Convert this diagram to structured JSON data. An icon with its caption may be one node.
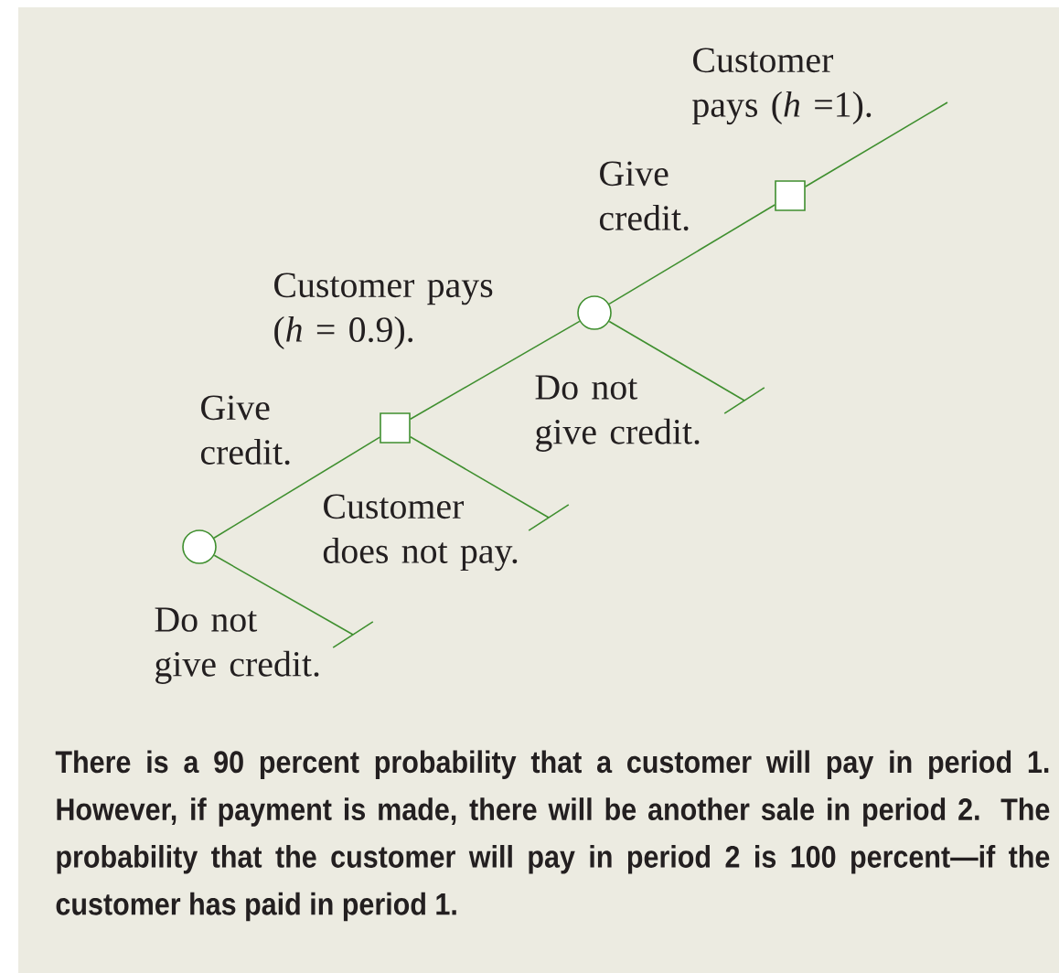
{
  "diagram": {
    "caption": "There is a 90 percent probability that a customer will pay in period 1. However, if payment is made, there will be another sale in period 2. The probability that the customer will pay in period 2 is 100 percent—if the customer has paid in period 1.",
    "nodes": [
      {
        "text": [],
        "shape": "circle"
      },
      {
        "text": [],
        "shape": "box"
      },
      {
        "text": [],
        "shape": "circle"
      },
      {
        "text": [],
        "shape": "box"
      },
      {
        "text": [],
        "shape": "bar"
      },
      {
        "text": [],
        "shape": "bar"
      },
      {
        "text": [],
        "shape": "bar"
      }
    ],
    "edges": [
      {
        "from": 0,
        "to": 1,
        "arrow": "none",
        "label": "Give credit."
      },
      {
        "from": 0,
        "to": 4,
        "arrow": "none",
        "label": "Do not give credit."
      },
      {
        "from": 1,
        "to": 2,
        "arrow": "none",
        "label": "Customer pays (*h* = 0.9)."
      },
      {
        "from": 1,
        "to": 5,
        "arrow": "none",
        "label": "Customer does not pay."
      },
      {
        "from": 2,
        "to": 3,
        "arrow": "none",
        "label": "Give credit."
      },
      {
        "from": 2,
        "to": 6,
        "arrow": "none",
        "label": "Do not give credit."
      },
      {
        "from": 3,
        "to": null,
        "arrow": "none",
        "label": "Customer pays (*h* =1)."
      }
    ]
  }
}
